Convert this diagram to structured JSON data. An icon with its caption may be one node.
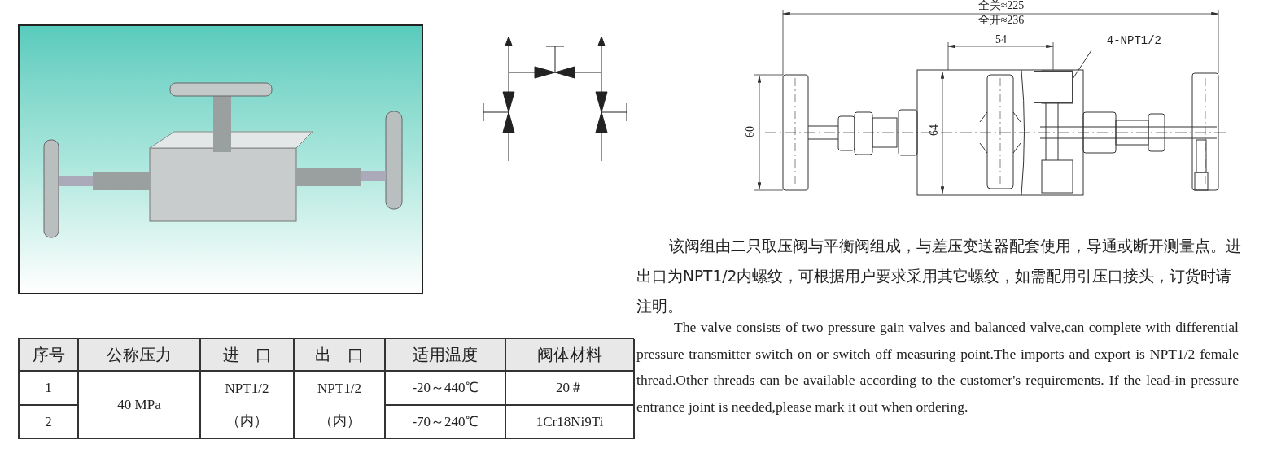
{
  "diagram": {
    "nodes": [
      {
        "text": [
          "4-NPT1/2"
        ]
      },
      {
        "text": [],
        "shape": "box"
      }
    ],
    "edges": [
      {
        "from": 0,
        "to": 1,
        "arrow": "none"
      }
    ],
    "labels": [
      "全关≈225",
      "全开≈236",
      "54",
      "60",
      "64",
      "序号",
      "公称压力",
      "进　口",
      "出　口",
      "适用温度",
      "阀体材料",
      "1",
      "40 MPa",
      "NPT1/2 （内）",
      "NPT1/2 （内）",
      "-20～440℃",
      "20＃",
      "2",
      "-70～240℃",
      "1Cr18Ni9Ti",
      "该阀组由二只取压阀与平衡阀组成，与差压变送器配套使用，导通或断开测量点。进出口为NPT1/2内螺纹，可根据用户要求采用其它螺纹，如需配用引压口接头，订货时请注明。",
      "The valve consists of two pressure gain valves and balanced valve,can complete with differential pressure transmitter switch on or switch off measuring point.The imports and export is NPT1/2 female thread.Other threads can be available according to the customer's requirements. If the lead-in pressure entrance joint is needed,please mark it out when ordering."
    ]
  }
}
